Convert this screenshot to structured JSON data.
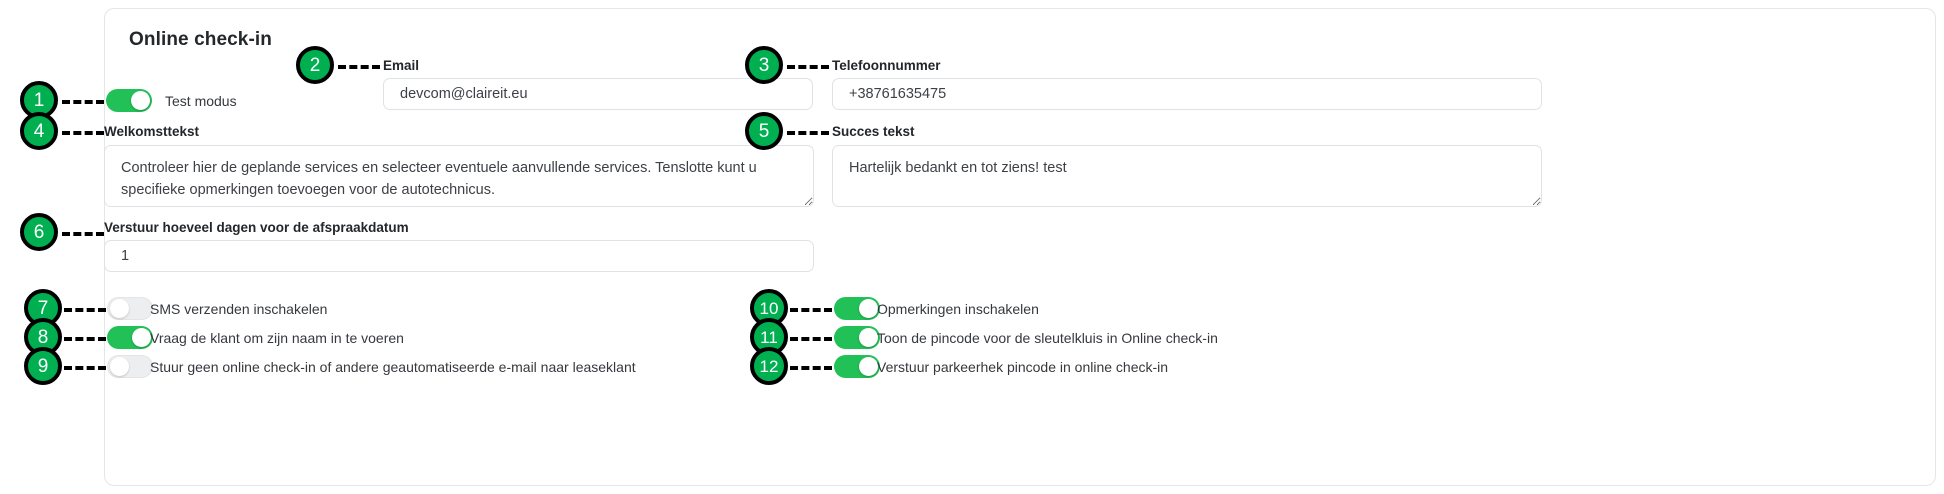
{
  "card": {
    "title": "Online check-in"
  },
  "colors": {
    "toggle_on": "#22c157",
    "toggle_off": "#eceef0",
    "badge_fill": "#00b050",
    "badge_ring": "#000000",
    "card_border": "#e4e6e8",
    "input_border": "#e0e2e5",
    "text": "#35383d"
  },
  "fields": [
    {
      "badge": "1",
      "kind": "toggle",
      "label": "Test modus",
      "state": "on"
    },
    {
      "badge": "2",
      "kind": "input",
      "label": "Email",
      "value": "devcom@claireit.eu",
      "placeholder": "Email"
    },
    {
      "badge": "3",
      "kind": "input",
      "label": "Telefoonnummer",
      "value": "+38761635475",
      "placeholder": "Telefoonnummer"
    },
    {
      "badge": "4",
      "kind": "textarea",
      "label": "Welkomsttekst",
      "value": "Controleer hier de geplande services en selecteer eventuele aanvullende services. Tenslotte kunt u specifieke opmerkingen toevoegen voor de autotechnicus.",
      "placeholder": "Welkomsttekst"
    },
    {
      "badge": "5",
      "kind": "textarea",
      "label": "Succes tekst",
      "value": "Hartelijk bedankt en tot ziens! test",
      "placeholder": "Succes tekst"
    },
    {
      "badge": "6",
      "kind": "input",
      "label": "Verstuur hoeveel dagen voor de afspraakdatum",
      "value": "1",
      "placeholder": "Verstuur hoeveel dagen voor de afspraakdatum"
    }
  ],
  "toggles_left": [
    {
      "badge": "7",
      "label": "SMS verzenden inschakelen",
      "state": "off"
    },
    {
      "badge": "8",
      "label": "Vraag de klant om zijn naam in te voeren",
      "state": "on"
    },
    {
      "badge": "9",
      "label": "Stuur geen online check-in of andere geautomatiseerde e-mail naar leaseklant",
      "state": "off"
    }
  ],
  "toggles_right": [
    {
      "badge": "10",
      "label": "Opmerkingen inschakelen",
      "state": "on"
    },
    {
      "badge": "11",
      "label": "Toon de pincode voor de sleutelkluis in Online check-in",
      "state": "on"
    },
    {
      "badge": "12",
      "label": "Verstuur parkeerhek pincode in online check-in",
      "state": "on"
    }
  ]
}
